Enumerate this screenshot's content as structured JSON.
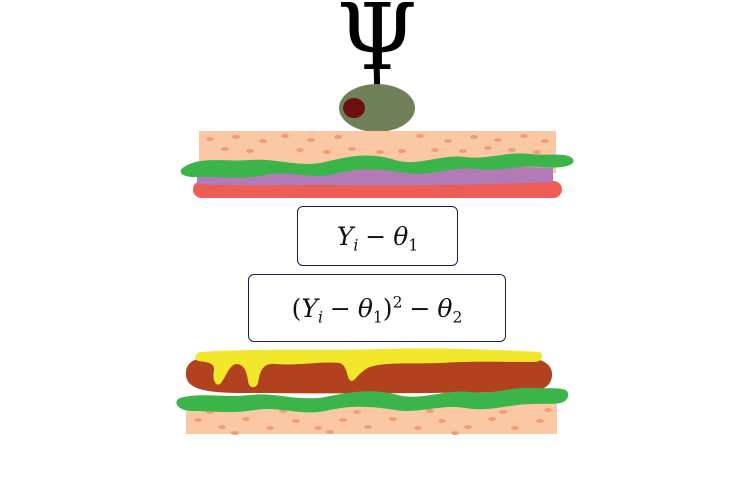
{
  "diagram": {
    "symbol": "Ψ",
    "formula_top": {
      "Y": "Y",
      "i": "i",
      "minus": "−",
      "theta": "θ",
      "sub": "1"
    },
    "formula_bottom": {
      "open": "(",
      "Y": "Y",
      "i": "i",
      "minus1": "−",
      "theta1": "θ",
      "sub1": "1",
      "close": ")",
      "power": "2",
      "minus2": "−",
      "theta2": "θ",
      "sub2": "2"
    },
    "colors": {
      "bread": "#fbc8a6",
      "bread_dots": "#f0a070",
      "lettuce": "#3bb54a",
      "onion": "#b37ab8",
      "tomato": "#ee5d55",
      "olive": "#708058",
      "pimento": "#6b1111",
      "mustard": "#f2e72a",
      "meat": "#b2421f",
      "box_border": "#1c1c5a"
    }
  }
}
